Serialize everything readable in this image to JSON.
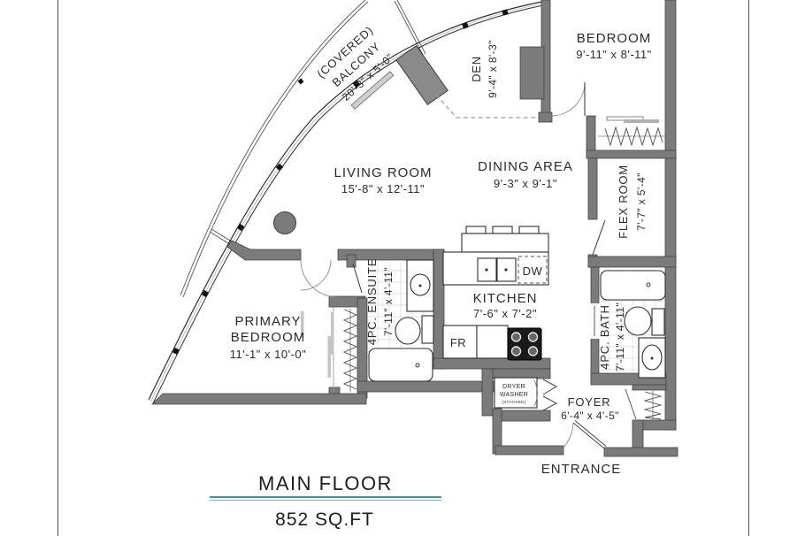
{
  "plan": {
    "footer": {
      "title": "MAIN FLOOR",
      "area": "852 SQ.FT"
    },
    "rooms": {
      "balcony": {
        "line1": "(COVERED)",
        "line2": "BALCONY",
        "dims": "20'-3\" x 5'-0\""
      },
      "den": {
        "name": "DEN",
        "dims": "9'-4\" x 8'-3\""
      },
      "bedroom": {
        "name": "BEDROOM",
        "dims": "9'-11\" x 8'-11\""
      },
      "living_room": {
        "name": "LIVING ROOM",
        "dims": "15'-8\" x 12'-11\""
      },
      "dining_area": {
        "name": "DINING AREA",
        "dims": "9'-3\" x 9'-1\""
      },
      "flex_room": {
        "name": "FLEX ROOM",
        "dims": "7'-7\" x 5'-4\""
      },
      "kitchen": {
        "name": "KITCHEN",
        "dims": "7'-6\" x 7'-2\""
      },
      "primary_bedroom": {
        "line1": "PRIMARY",
        "line2": "BEDROOM",
        "dims": "11'-1\" x 10'-0\""
      },
      "ensuite": {
        "name": "4PC. ENSUITE",
        "dims": "7'-11\" x 4'-11\""
      },
      "bath": {
        "name": "4PC. BATH",
        "dims": "7'-11\" x 4'-11\""
      },
      "foyer": {
        "name": "FOYER",
        "dims": "6'-4\" x 4'-5\""
      },
      "entrance": {
        "name": "ENTRANCE"
      }
    },
    "appliances": {
      "dishwasher": "DW",
      "fridge": "FR",
      "laundry": {
        "line1": "DRYER",
        "line2": "WASHER",
        "line3": "(STACKED)"
      }
    },
    "colors": {
      "wall_gray": "#7b7b7b",
      "accent_teal": "#4e8d90",
      "line_dark": "#2e2e2e"
    }
  }
}
